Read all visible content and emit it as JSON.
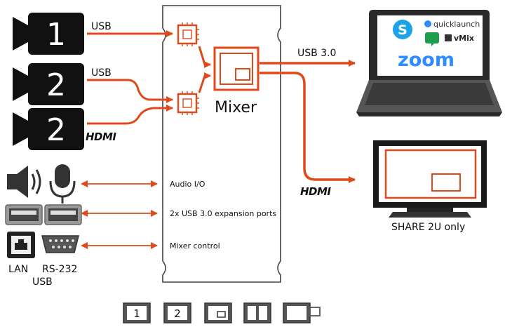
{
  "colors": {
    "accent": "#e04a1a",
    "dark": "#111111",
    "grey": "#555555",
    "skype": "#1aa3e8",
    "zoom": "#2d8cff",
    "hangouts": "#1e9e4a"
  },
  "cameras": [
    {
      "number": "1",
      "interface": "USB"
    },
    {
      "number": "2",
      "interface": "USB"
    },
    {
      "number": "2",
      "interface": "HDMI"
    }
  ],
  "device": {
    "mixer_label": "Mixer",
    "ports": [
      "Audio I/O",
      "2x USB 3.0 expansion ports",
      "Mixer control"
    ]
  },
  "outputs": {
    "usb_label": "USB 3.0",
    "hdmi_label": "HDMI",
    "screen_caption": "SHARE 2U only"
  },
  "laptop_apps": {
    "skype": "S",
    "quicklaunch": "quicklaunch",
    "vmix": "vMix",
    "zoom": "zoom"
  },
  "peripherals": {
    "lan_label": "LAN",
    "rs232_label": "RS-232",
    "usb_label": "USB"
  },
  "layout_icons": [
    "1",
    "2",
    "picture-in-picture",
    "side-by-side",
    "picture-in-picture-right"
  ]
}
